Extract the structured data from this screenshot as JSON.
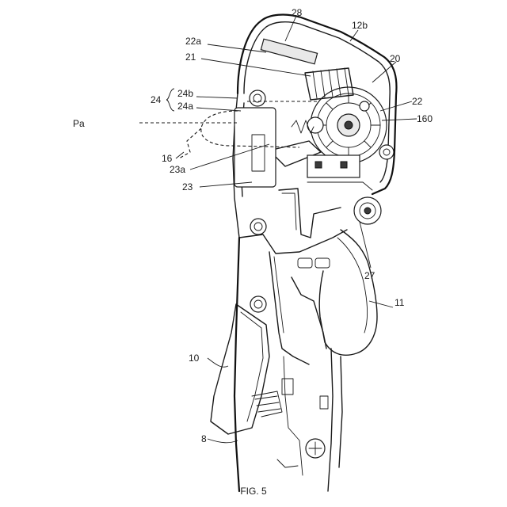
{
  "figure": {
    "caption": "FIG. 5",
    "labels": {
      "l28": "28",
      "l12b": "12b",
      "l20": "20",
      "l22a": "22a",
      "l21": "21",
      "l24": "24",
      "l24b": "24b",
      "l24a": "24a",
      "l22": "22",
      "l160": "160",
      "lPa": "Pa",
      "l16": "16",
      "l23a": "23a",
      "l23": "23",
      "l27": "27",
      "l11": "11",
      "l10": "10",
      "l8": "8"
    }
  }
}
